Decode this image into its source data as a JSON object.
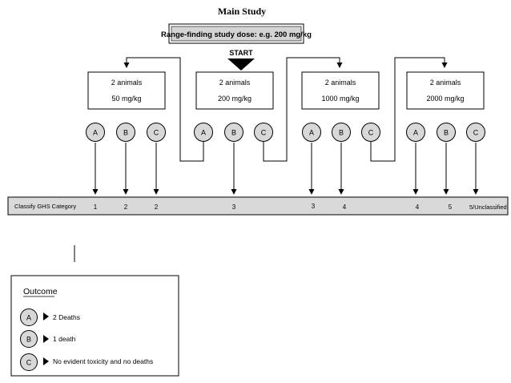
{
  "title": "Main Study",
  "range_finding": "Range-finding study dose: e.g. 200 mg/kg",
  "start_label": "START",
  "dose_groups": [
    {
      "line1": "2 animals",
      "line2": "50 mg/kg"
    },
    {
      "line1": "2 animals",
      "line2": "200 mg/kg"
    },
    {
      "line1": "2 animals",
      "line2": "1000 mg/kg"
    },
    {
      "line1": "2 animals",
      "line2": "2000 mg/kg"
    }
  ],
  "outcome_letters": [
    "A",
    "B",
    "C",
    "A",
    "B",
    "C",
    "A",
    "B",
    "C",
    "A",
    "B",
    "C"
  ],
  "classify_label": "Classify GHS Category",
  "categories": [
    "1",
    "2",
    "2",
    "3",
    "3",
    "4",
    "4",
    "5",
    "5/Unclassified"
  ],
  "legend": {
    "title": "Outcome",
    "items": [
      {
        "letter": "A",
        "text": "2 Deaths"
      },
      {
        "letter": "B",
        "text": "1 death"
      },
      {
        "letter": "C",
        "text": "No evident toxicity and no deaths"
      }
    ]
  },
  "colors": {
    "box_fill": "#ffffff",
    "circle_fill": "#d8d8d8",
    "bar_fill": "#d9d9d9",
    "range_fill": "#d4d4d4",
    "line": "#000000"
  }
}
